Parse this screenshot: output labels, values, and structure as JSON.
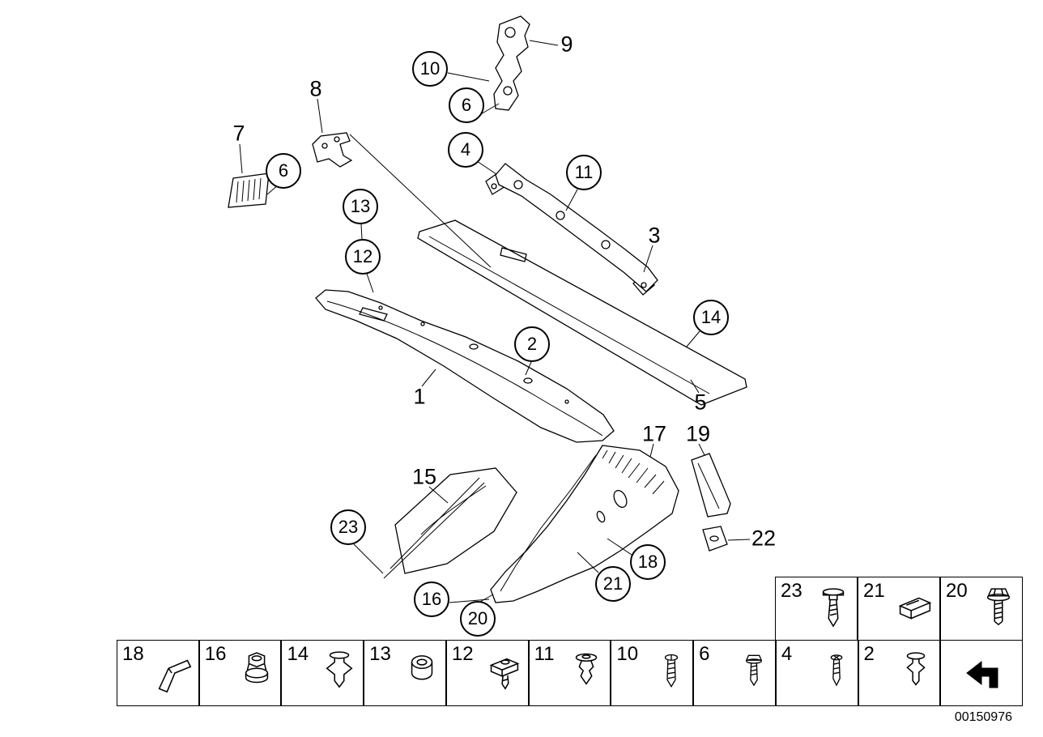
{
  "figure": {
    "part_number": "00150976",
    "colors": {
      "line": "#000000",
      "background": "#ffffff"
    }
  },
  "callouts": {
    "circled": [
      {
        "label": "10"
      },
      {
        "label": "6"
      },
      {
        "label": "4"
      },
      {
        "label": "6"
      },
      {
        "label": "11"
      },
      {
        "label": "13"
      },
      {
        "label": "12"
      },
      {
        "label": "14"
      },
      {
        "label": "2"
      },
      {
        "label": "23"
      },
      {
        "label": "18"
      },
      {
        "label": "21"
      },
      {
        "label": "16"
      },
      {
        "label": "20"
      }
    ],
    "plain": [
      {
        "label": "9"
      },
      {
        "label": "8"
      },
      {
        "label": "7"
      },
      {
        "label": "3"
      },
      {
        "label": "1"
      },
      {
        "label": "5"
      },
      {
        "label": "17"
      },
      {
        "label": "19"
      },
      {
        "label": "15"
      },
      {
        "label": "22"
      }
    ]
  },
  "legend": {
    "top_row": [
      {
        "label": "23",
        "icon": "push-rivet-icon"
      },
      {
        "label": "21",
        "icon": "clip-nut-icon"
      },
      {
        "label": "20",
        "icon": "hex-bolt-icon"
      }
    ],
    "bottom_row": [
      {
        "label": "18",
        "icon": "bracket-icon"
      },
      {
        "label": "16",
        "icon": "flange-nut-icon"
      },
      {
        "label": "14",
        "icon": "expanding-clip-icon"
      },
      {
        "label": "13",
        "icon": "grommet-nut-icon"
      },
      {
        "label": "12",
        "icon": "screw-plate-icon"
      },
      {
        "label": "11",
        "icon": "expanding-rivet-icon"
      },
      {
        "label": "10",
        "icon": "tapping-screw-icon"
      },
      {
        "label": "6",
        "icon": "torx-screw-icon"
      },
      {
        "label": "4",
        "icon": "tapping-screw-icon"
      },
      {
        "label": "2",
        "icon": "expanding-rivet-icon"
      }
    ],
    "arrow_cell": {
      "icon": "continue-arrow-icon"
    }
  }
}
